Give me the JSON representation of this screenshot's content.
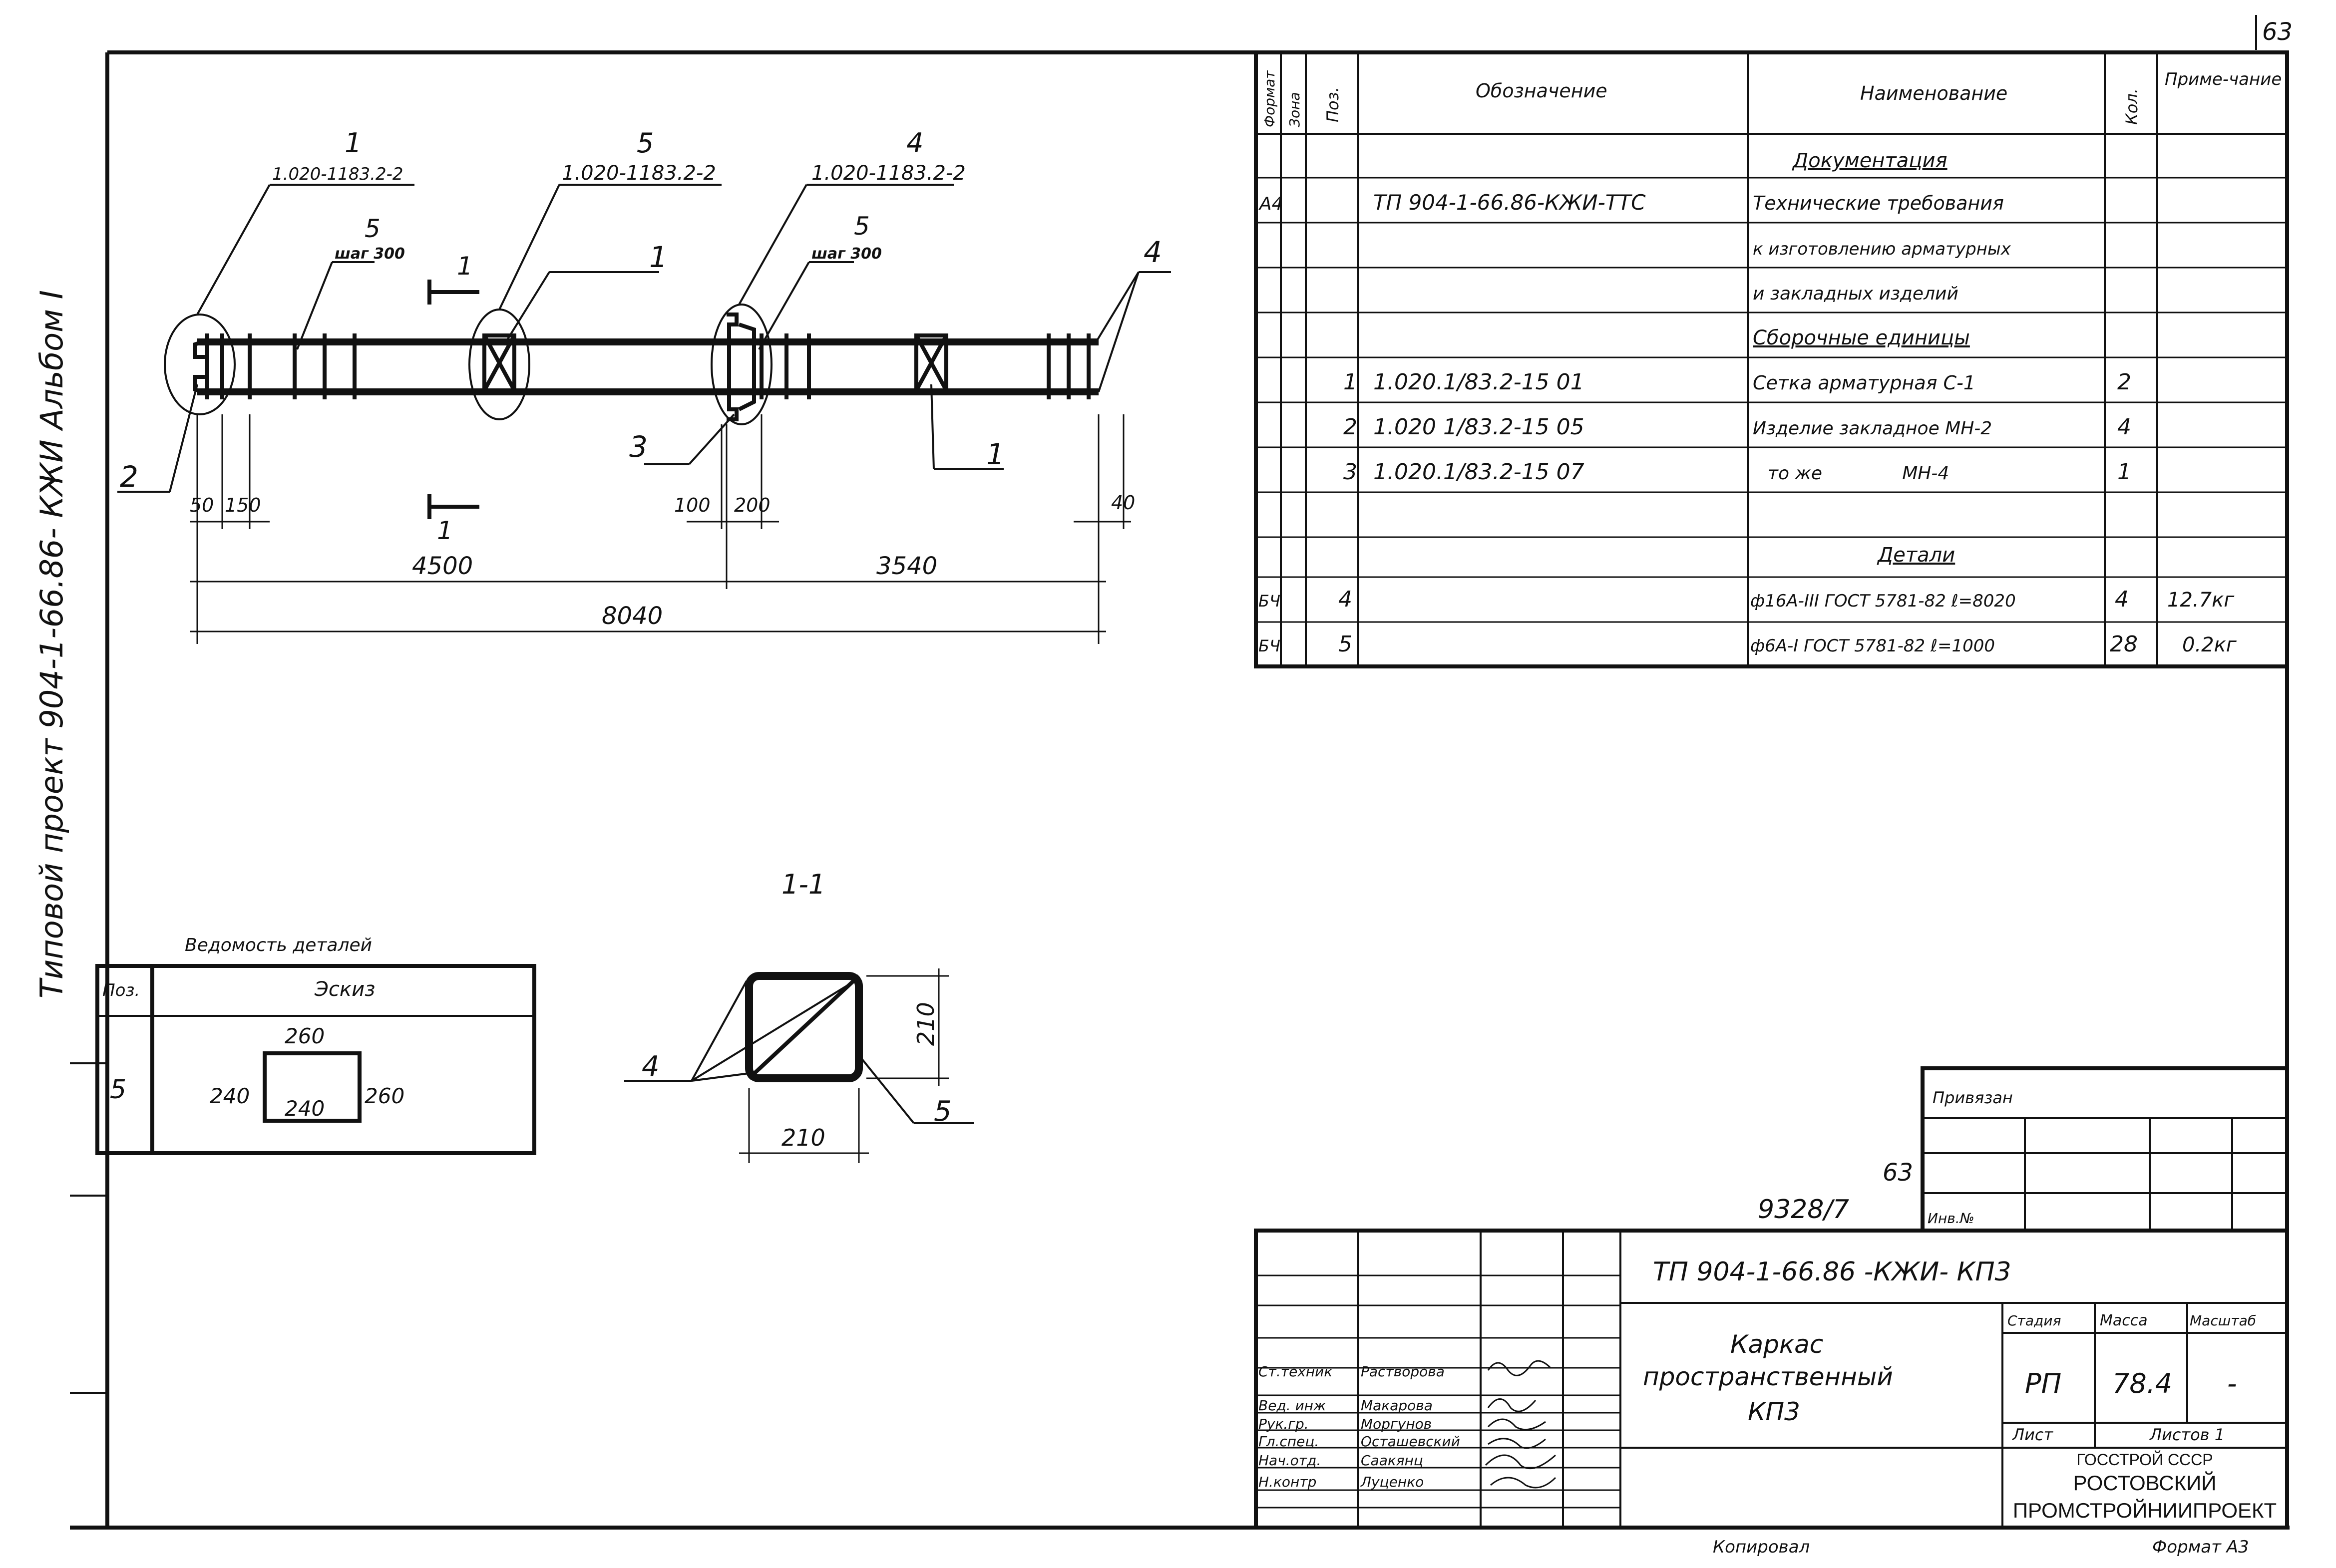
{
  "sheet": {
    "page_number": "63",
    "side_stamp": "Типовой   проект   904-1-66.86-  КЖИ  Альбом  I",
    "copied": "Копировал",
    "format": "Формат А3"
  },
  "spec": {
    "headers": {
      "format": "Формат",
      "zone": "Зона",
      "pos": "Поз.",
      "designation": "Обозначение",
      "name": "Наименование",
      "qty": "Кол.",
      "note": "Приме-чание"
    },
    "rows": [
      {
        "format": "",
        "pos": "",
        "designation": "",
        "name": "Документация",
        "qty": "",
        "note": ""
      },
      {
        "format": "А4",
        "pos": "",
        "designation": "ТП 904-1-66.86-КЖИ-ТТС",
        "name": "Технические требования",
        "qty": "",
        "note": ""
      },
      {
        "format": "",
        "pos": "",
        "designation": "",
        "name": "к изготовлению арматурных",
        "qty": "",
        "note": ""
      },
      {
        "format": "",
        "pos": "",
        "designation": "",
        "name": "и закладных изделий",
        "qty": "",
        "note": ""
      },
      {
        "format": "",
        "pos": "",
        "designation": "",
        "name": "Сборочные единицы",
        "qty": "",
        "note": ""
      },
      {
        "format": "",
        "pos": "1",
        "designation": "1.020.1/83.2-15   01",
        "name": "Сетка арматурная  С-1",
        "qty": "2",
        "note": ""
      },
      {
        "format": "",
        "pos": "2",
        "designation": "1.020 1/83.2-15  05",
        "name": "Изделие закладное МН-2",
        "qty": "4",
        "note": ""
      },
      {
        "format": "",
        "pos": "3",
        "designation": "1.020.1/83.2-15  07",
        "name": "то же              МН-4",
        "qty": "1",
        "note": ""
      },
      {
        "format": "",
        "pos": "",
        "designation": "",
        "name": "",
        "qty": "",
        "note": ""
      },
      {
        "format": "",
        "pos": "",
        "designation": "",
        "name": "Детали",
        "qty": "",
        "note": ""
      },
      {
        "format": "БЧ",
        "pos": "4",
        "designation": "",
        "name": "ф16А-III ГОСТ 5781-82 ℓ=8020",
        "qty": "4",
        "note": "12.7кг"
      },
      {
        "format": "БЧ",
        "pos": "5",
        "designation": "",
        "name": "ф6А-I ГОСТ 5781-82 ℓ=1000",
        "qty": "28",
        "note": "0.2кг"
      }
    ]
  },
  "elevation": {
    "callouts": [
      {
        "pos": "1",
        "ref": "1.020-1183.2-2"
      },
      {
        "pos": "5",
        "ref": "1.020-1183.2-2"
      },
      {
        "pos": "4",
        "ref": "1.020-1183.2-2"
      }
    ],
    "stirrup_pos": "5",
    "stirrup_step": "шаг 300",
    "section_mark": "1",
    "labels": {
      "pos1": "1",
      "pos2": "2",
      "pos3": "3",
      "pos4": "4"
    },
    "dims": {
      "d50": "50",
      "d150": "150",
      "d100": "100",
      "d200": "200",
      "d40": "40",
      "d4500": "4500",
      "d3540": "3540",
      "d8040": "8040"
    }
  },
  "details": {
    "title": "Ведомость деталей",
    "col_pos": "Поз.",
    "col_sketch": "Эскиз",
    "row_pos": "5",
    "sketch": {
      "top": "260",
      "left": "240",
      "bottom": "240",
      "right": "260"
    }
  },
  "section": {
    "title": "1-1",
    "height": "210",
    "width": "210",
    "pos_rebar": "4",
    "pos_stirrup": "5"
  },
  "title_block": {
    "attached": "Привязан",
    "sheet_no": "63",
    "inv_no": "9328/7",
    "inv_label": "Инв.№",
    "code": "ТП 904-1-66.86 -КЖИ- КП3",
    "object_line1": "Каркас",
    "object_line2": "пространственный",
    "object_line3": "КП3",
    "stage_label": "Стадия",
    "mass_label": "Масса",
    "scale_label": "Масштаб",
    "stage": "РП",
    "mass": "78.4",
    "scale": "-",
    "sheet_label": "Лист",
    "sheets_label": "Листов  1",
    "org1": "ГОССТРОЙ СССР",
    "org2": "РОСТОВСКИЙ",
    "org3": "ПРОМСТРОЙНИИПРОЕКТ",
    "people": [
      {
        "role": "Ст.техник",
        "name": "Растворова"
      },
      {
        "role": "Вед. инж",
        "name": "Макарова"
      },
      {
        "role": "Рук.гр.",
        "name": "Моргунов"
      },
      {
        "role": "Гл.спец.",
        "name": "Осташевский"
      },
      {
        "role": "Нач.отд.",
        "name": "Саакянц"
      },
      {
        "role": "Н.контр",
        "name": "Луценко"
      }
    ]
  }
}
